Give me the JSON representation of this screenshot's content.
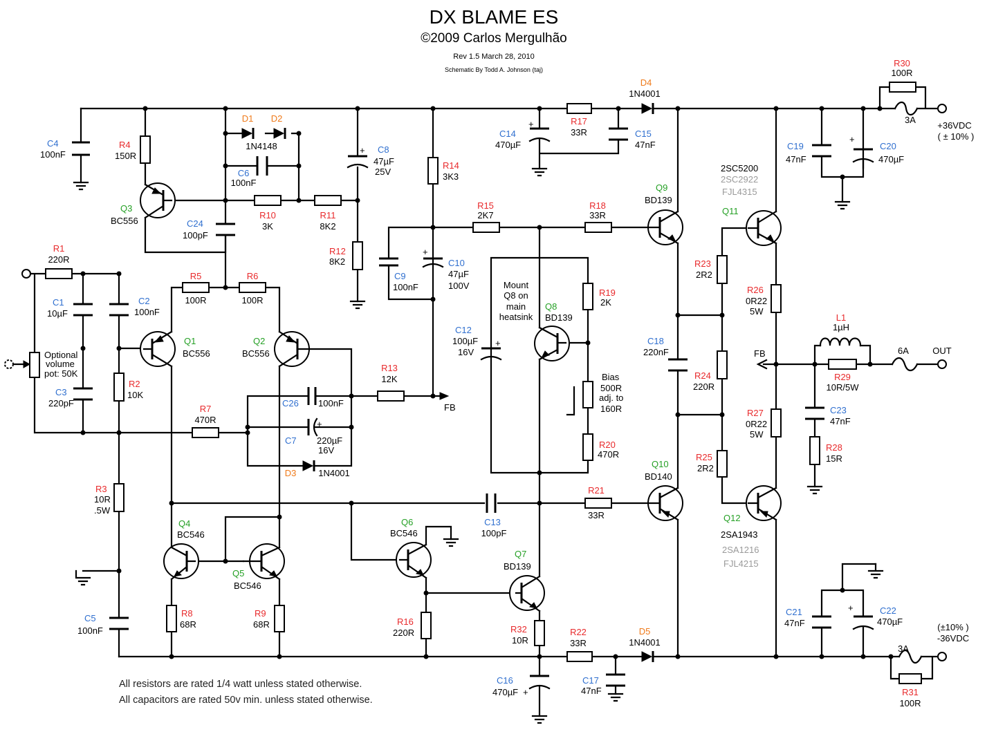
{
  "header": {
    "title": "DX BLAME ES",
    "copyright": "©2009 Carlos Mergulhão",
    "revision": "Rev 1.5    March 28, 2010",
    "credit": "Schematic By Todd A. Johnson (taj)"
  },
  "notes": [
    "All resistors are rated 1/4 watt unless stated otherwise.",
    "All capacitors are rated 50v min. unless stated otherwise."
  ],
  "rails": {
    "positive": [
      "+36VDC",
      "( ± 10% )"
    ],
    "negative": [
      "(±10% )",
      "-36VDC"
    ],
    "fuse_supply": "3A",
    "fuse_output": "6A",
    "out_label": "OUT",
    "feedback": "FB"
  },
  "pot": [
    "Optional",
    "volume",
    "pot: 50K"
  ],
  "mount_note": [
    "Mount",
    "Q8 on",
    "main",
    "heatsink"
  ],
  "bias": [
    "Bias",
    "500R",
    "adj. to",
    "160R"
  ],
  "resistors": [
    {
      "ref": "R1",
      "value": "220R"
    },
    {
      "ref": "R2",
      "value": "10K"
    },
    {
      "ref": "R3",
      "value": "10R",
      "extra": ".5W"
    },
    {
      "ref": "R4",
      "value": "150R"
    },
    {
      "ref": "R5",
      "value": "100R"
    },
    {
      "ref": "R6",
      "value": "100R"
    },
    {
      "ref": "R7",
      "value": "470R"
    },
    {
      "ref": "R8",
      "value": "68R"
    },
    {
      "ref": "R9",
      "value": "68R"
    },
    {
      "ref": "R10",
      "value": "3K"
    },
    {
      "ref": "R11",
      "value": "8K2"
    },
    {
      "ref": "R12",
      "value": "8K2"
    },
    {
      "ref": "R13",
      "value": "12K"
    },
    {
      "ref": "R14",
      "value": "3K3"
    },
    {
      "ref": "R15",
      "value": "2K7"
    },
    {
      "ref": "R16",
      "value": "220R"
    },
    {
      "ref": "R17",
      "value": "33R"
    },
    {
      "ref": "R18",
      "value": "33R"
    },
    {
      "ref": "R19",
      "value": "2K"
    },
    {
      "ref": "R20",
      "value": "470R"
    },
    {
      "ref": "R21",
      "value": "33R"
    },
    {
      "ref": "R22",
      "value": "33R"
    },
    {
      "ref": "R23",
      "value": "2R2"
    },
    {
      "ref": "R24",
      "value": "220R"
    },
    {
      "ref": "R25",
      "value": "2R2"
    },
    {
      "ref": "R26",
      "value": "0R22",
      "extra": "5W"
    },
    {
      "ref": "R27",
      "value": "0R22",
      "extra": "5W"
    },
    {
      "ref": "R28",
      "value": "15R"
    },
    {
      "ref": "R29",
      "value": "10R/5W"
    },
    {
      "ref": "R30",
      "value": "100R"
    },
    {
      "ref": "R31",
      "value": "100R"
    },
    {
      "ref": "R32",
      "value": "10R"
    }
  ],
  "capacitors": [
    {
      "ref": "C1",
      "value": "10µF"
    },
    {
      "ref": "C2",
      "value": "100nF"
    },
    {
      "ref": "C3",
      "value": "220pF"
    },
    {
      "ref": "C4",
      "value": "100nF"
    },
    {
      "ref": "C5",
      "value": "100nF"
    },
    {
      "ref": "C6",
      "value": "100nF"
    },
    {
      "ref": "C7",
      "value": "220µF",
      "extra": "16V"
    },
    {
      "ref": "C8",
      "value": "47µF",
      "extra": "25V"
    },
    {
      "ref": "C9",
      "value": "100nF"
    },
    {
      "ref": "C10",
      "value": "47µF",
      "extra": "100V"
    },
    {
      "ref": "C12",
      "value": "100µF",
      "extra": "16V"
    },
    {
      "ref": "C13",
      "value": "100pF"
    },
    {
      "ref": "C14",
      "value": "470µF"
    },
    {
      "ref": "C15",
      "value": "47nF"
    },
    {
      "ref": "C16",
      "value": "470µF"
    },
    {
      "ref": "C17",
      "value": "47nF"
    },
    {
      "ref": "C18",
      "value": "220nF"
    },
    {
      "ref": "C19",
      "value": "47nF"
    },
    {
      "ref": "C20",
      "value": "470µF"
    },
    {
      "ref": "C21",
      "value": "47nF"
    },
    {
      "ref": "C22",
      "value": "470µF"
    },
    {
      "ref": "C23",
      "value": "47nF"
    },
    {
      "ref": "C24",
      "value": "100pF"
    },
    {
      "ref": "C26",
      "value": "100nF"
    }
  ],
  "diodes": [
    {
      "ref": "D1",
      "value": "1N4148"
    },
    {
      "ref": "D2",
      "value": ""
    },
    {
      "ref": "D3",
      "value": "1N4001"
    },
    {
      "ref": "D4",
      "value": "1N4001"
    },
    {
      "ref": "D5",
      "value": "1N4001"
    }
  ],
  "inductor": {
    "ref": "L1",
    "value": "1µH"
  },
  "transistors": [
    {
      "ref": "Q1",
      "type": "BC556"
    },
    {
      "ref": "Q2",
      "type": "BC556"
    },
    {
      "ref": "Q3",
      "type": "BC556"
    },
    {
      "ref": "Q4",
      "type": "BC546"
    },
    {
      "ref": "Q5",
      "type": "BC546"
    },
    {
      "ref": "Q6",
      "type": "BC546"
    },
    {
      "ref": "Q7",
      "type": "BD139"
    },
    {
      "ref": "Q8",
      "type": "BD139"
    },
    {
      "ref": "Q9",
      "type": "BD139"
    },
    {
      "ref": "Q10",
      "type": "BD140"
    },
    {
      "ref": "Q11",
      "type": "2SC5200",
      "alt": [
        "2SC2922",
        "FJL4315"
      ]
    },
    {
      "ref": "Q12",
      "type": "2SA1943",
      "alt": [
        "2SA1216",
        "FJL4215"
      ]
    }
  ]
}
